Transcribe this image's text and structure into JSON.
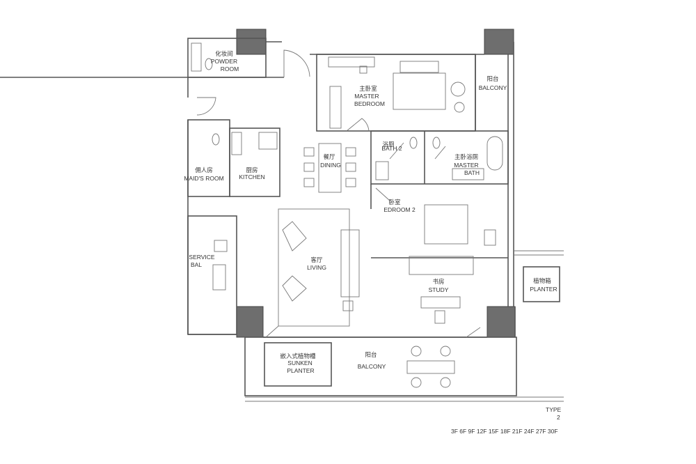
{
  "rooms": {
    "powder_room": {
      "zh": "化妆间",
      "en1": "POWDER",
      "en2": "ROOM"
    },
    "master_bedroom": {
      "zh": "主卧室",
      "en1": "MASTER",
      "en2": "BEDROOM"
    },
    "balcony_ne": {
      "zh": "阳台",
      "en1": "BALCONY"
    },
    "dining": {
      "zh": "餐厅",
      "en1": "DINING"
    },
    "bath2": {
      "zh": "浴厕",
      "en1": "BATH 2"
    },
    "master_bath": {
      "zh": "主卧浴厕",
      "en1": "MASTER",
      "en2": "BATH"
    },
    "maids_room": {
      "zh": "佣人房",
      "en1": "MAID'S ROOM"
    },
    "kitchen": {
      "zh": "厨房",
      "en1": "KITCHEN"
    },
    "bedroom2": {
      "zh": "卧室",
      "en1": "EDROOM 2"
    },
    "service_balcony": {
      "en1": "SERVICE",
      "en2": "BAL"
    },
    "living": {
      "zh": "客厅",
      "en1": "LIVING"
    },
    "study": {
      "zh": "书房",
      "en1": "STUDY"
    },
    "planter_e": {
      "zh": "植物箱",
      "en1": "PLANTER"
    },
    "sunken_planter": {
      "zh": "嵌入式植物槽",
      "en1": "SUNKEN",
      "en2": "PLANTER"
    },
    "balcony_s": {
      "zh": "阳台",
      "en1": "BALCONY"
    }
  },
  "notes": {
    "type_label": "TYPE",
    "type_number": "2",
    "floors": "3F 6F 9F 12F 15F 18F 21F 24F 27F 30F"
  }
}
